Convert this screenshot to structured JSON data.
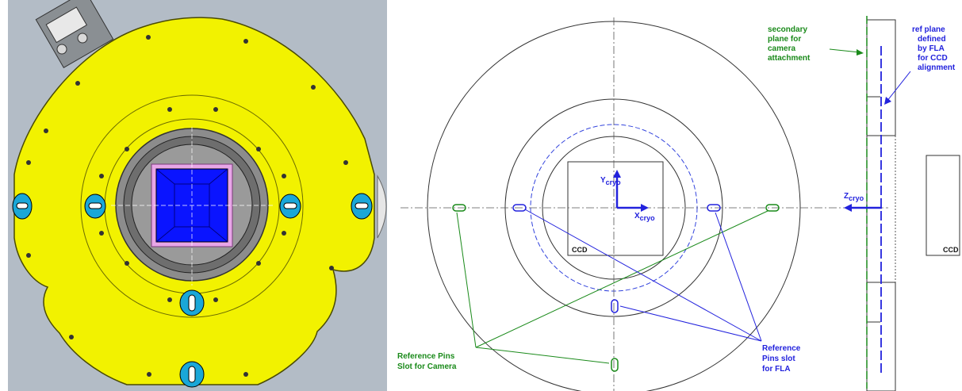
{
  "labels": {
    "ccd_front": "CCD",
    "ccd_side": "CCD",
    "y_axis_main": "Y",
    "y_axis_sub": "cryo",
    "x_axis_main": "X",
    "x_axis_sub": "cryo",
    "z_axis_main": "Z",
    "z_axis_sub": "cryo",
    "secondary_plane": [
      "secondary",
      "plane for",
      "camera",
      "attachment"
    ],
    "ref_plane": [
      "ref plane",
      "defined",
      "by FLA",
      "for CCD",
      "alignment"
    ],
    "camera_slots": [
      "Reference Pins",
      "Slot for Camera"
    ],
    "fla_slots": [
      "Reference",
      "Pins slot",
      "for FLA"
    ]
  },
  "colors": {
    "camera_green": "#1a8a1a",
    "fla_blue": "#2222dd",
    "plate_yellow": "#f2f200",
    "sensor_blue": "#0a14ff",
    "slot_cyan": "#1aa7d8",
    "background_gray": "#b3bcc6",
    "drawing_line": "#333333"
  }
}
